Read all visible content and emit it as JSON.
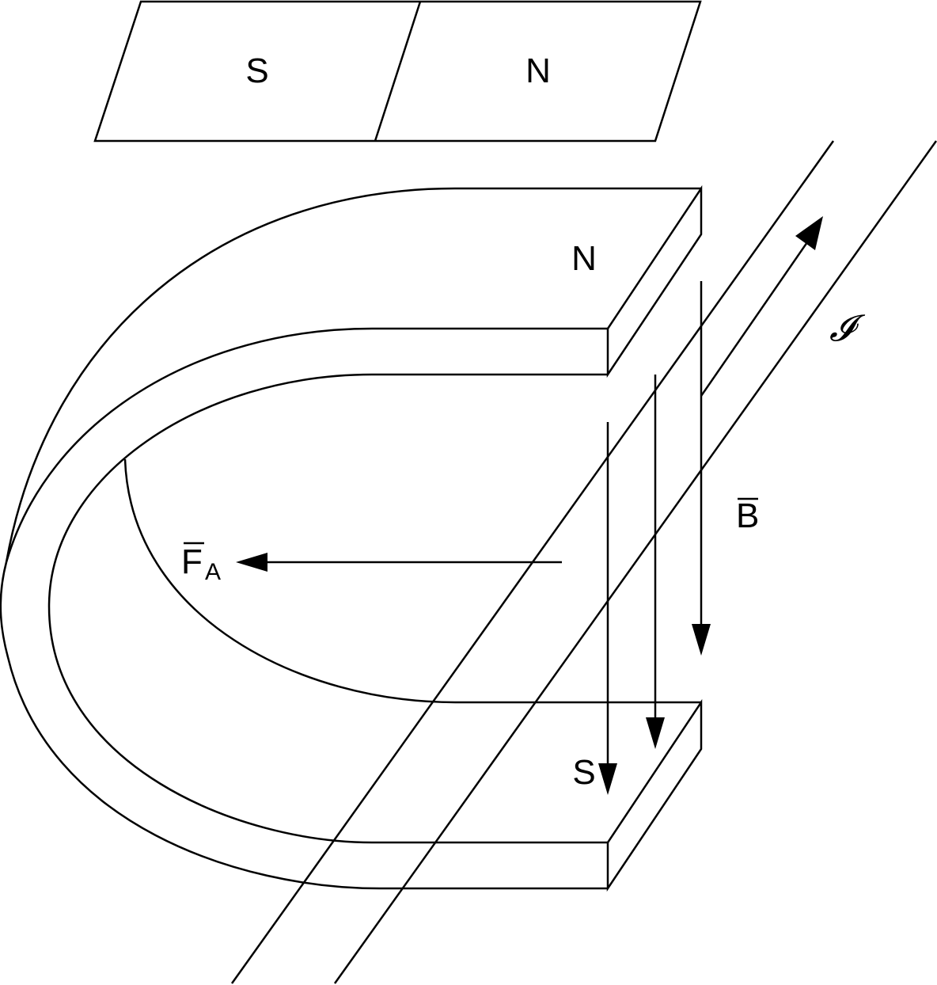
{
  "bar_magnet": {
    "left_pole": "S",
    "right_pole": "N"
  },
  "horseshoe": {
    "top_pole": "N",
    "bottom_pole": "S"
  },
  "labels": {
    "current": "𝓘",
    "field_letter": "B",
    "force_letter": "F",
    "force_subscript": "A"
  },
  "colors": {
    "ink": "#000000",
    "background": "#ffffff"
  }
}
